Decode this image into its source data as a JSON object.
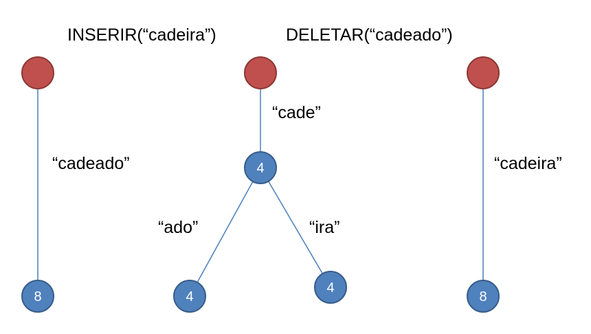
{
  "operations": {
    "insert": "INSERIR(“cadeira”)",
    "delete": "DELETAR(“cadeado”)"
  },
  "colors": {
    "root_fill": "#c0504d",
    "root_stroke": "#8c3836",
    "node_fill": "#4f81bd",
    "node_stroke": "#385d8a",
    "edge": "#4a7ebb"
  },
  "trees": {
    "first": {
      "edge_label": "“cadeado”",
      "leaf_value": "8"
    },
    "second": {
      "edge_label_top": "“cade”",
      "internal_value": "4",
      "edge_label_left": "“ado”",
      "edge_label_right": "“ira”",
      "leaf_left_value": "4",
      "leaf_right_value": "4"
    },
    "third": {
      "edge_label": "“cadeira”",
      "leaf_value": "8"
    }
  }
}
